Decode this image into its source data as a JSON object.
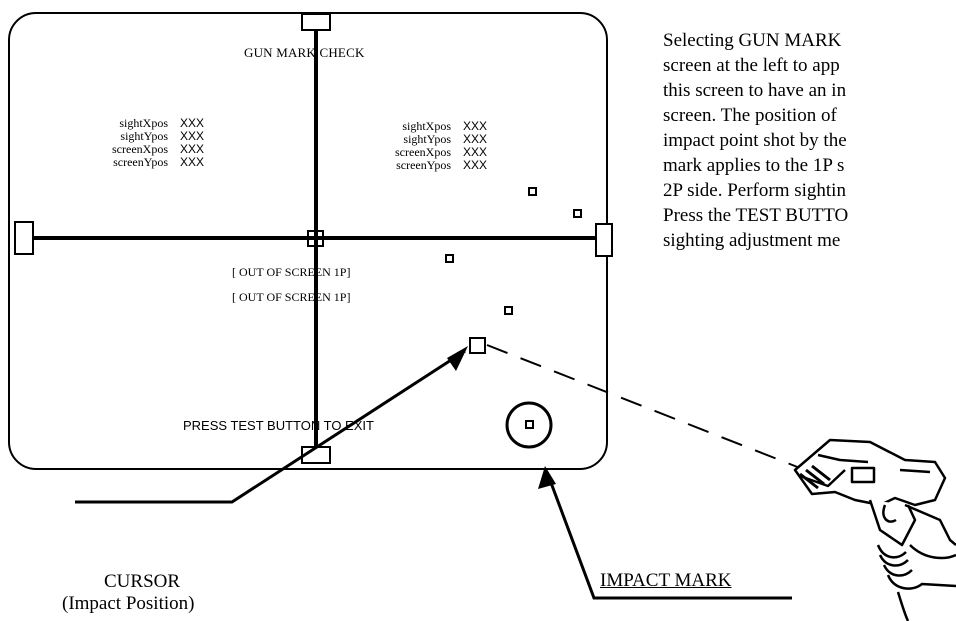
{
  "screen": {
    "title": "GUN MARK CHECK",
    "left_readout": [
      {
        "label": "sightXpos",
        "value": "XXX"
      },
      {
        "label": "sightYpos",
        "value": "XXX"
      },
      {
        "label": "screenXpos",
        "value": "XXX"
      },
      {
        "label": "screenYpos",
        "value": "XXX"
      }
    ],
    "right_readout": [
      {
        "label": "sightXpos",
        "value": "XXX"
      },
      {
        "label": "sightYpos",
        "value": "XXX"
      },
      {
        "label": "screenXpos",
        "value": "XXX"
      },
      {
        "label": "screenYpos",
        "value": "XXX"
      }
    ],
    "out_of_screen_1": "[ OUT OF SCREEN  1P]",
    "out_of_screen_2": "[ OUT OF SCREEN  1P]",
    "exit_text": "PRESS TEST BUTTON TO EXIT"
  },
  "description": {
    "lines": [
      "Selecting GUN MARK",
      "screen at the left to app",
      "this screen to have an in",
      "screen. The position of",
      "impact point shot by the",
      "mark applies to the 1P s",
      "2P side. Perform sightin",
      "Press the TEST BUTTO",
      "sighting adjustment me"
    ]
  },
  "callouts": {
    "cursor_label": "CURSOR",
    "cursor_sub": "(Impact Position)",
    "impact_label": "IMPACT MARK"
  }
}
